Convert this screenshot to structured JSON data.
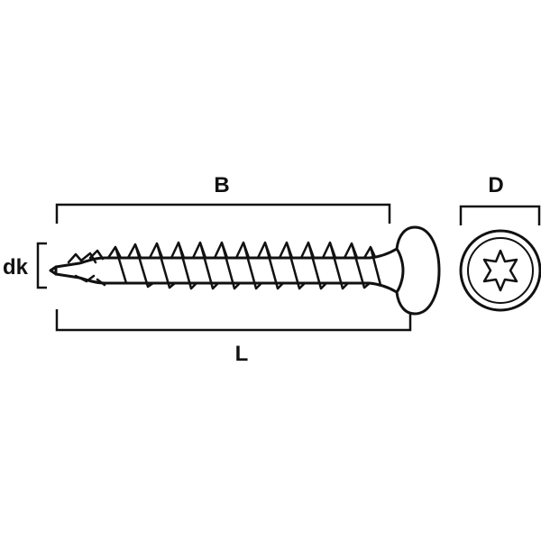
{
  "labels": {
    "thread_length": "B",
    "total_length": "L",
    "head_diameter": "D",
    "core_diameter": "dk"
  },
  "icons": {
    "head_drive": "torx-drive-icon"
  },
  "colors": {
    "line": "#111111",
    "background": "#ffffff"
  }
}
